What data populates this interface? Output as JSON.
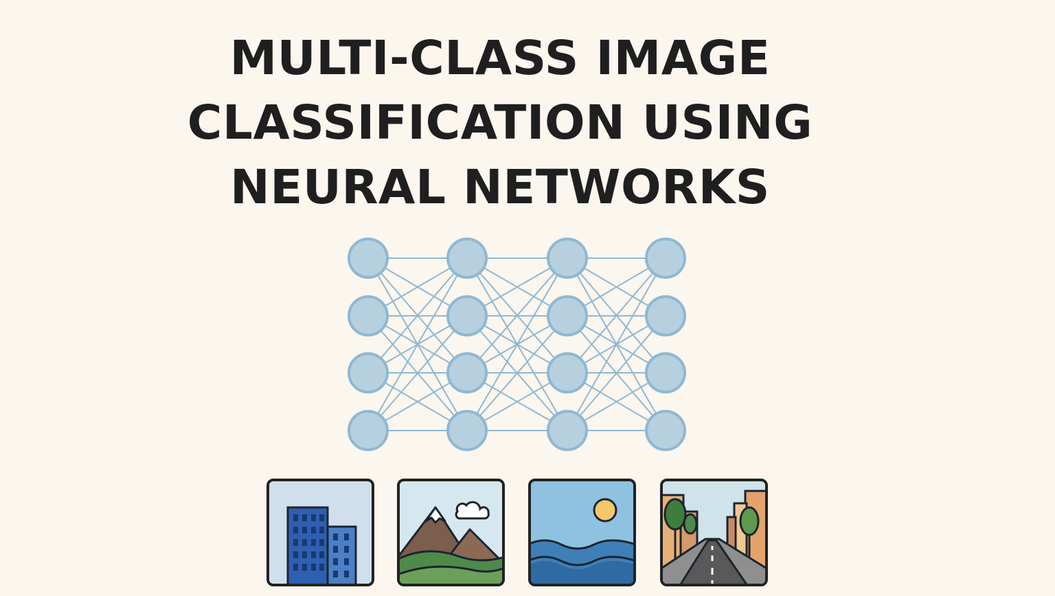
{
  "title": {
    "line1": "MULTI-CLASS IMAGE",
    "line2": "CLASSIFICATION USING",
    "line3": "NEURAL NETWORKS"
  },
  "network": {
    "layers": [
      4,
      4,
      4,
      4
    ],
    "node_fill": "#b6d0df",
    "node_stroke": "#8fb8d2",
    "edge_color": "#8fb8d2"
  },
  "categories": [
    {
      "icon": "buildings-icon"
    },
    {
      "icon": "mountains-icon"
    },
    {
      "icon": "sea-icon"
    },
    {
      "icon": "street-icon"
    }
  ],
  "colors": {
    "background": "#fbf6ee",
    "text": "#1f1f1f",
    "outline": "#222222"
  }
}
